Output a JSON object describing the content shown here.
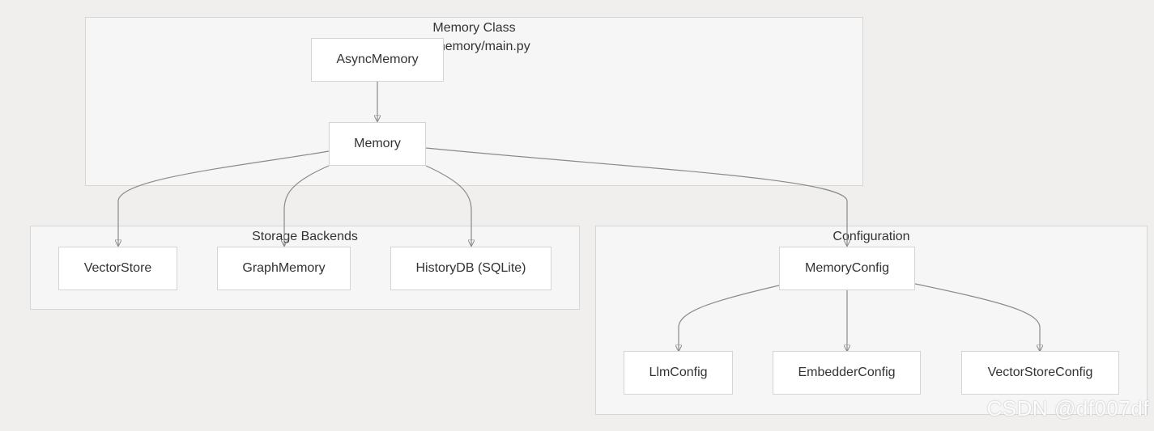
{
  "groups": {
    "memory_class": {
      "title": "Memory Class",
      "subtitle": "/memory/main.py"
    },
    "storage": {
      "title": "Storage Backends"
    },
    "configuration": {
      "title": "Configuration"
    }
  },
  "nodes": {
    "async_memory": "AsyncMemory",
    "memory": "Memory",
    "vector_store": "VectorStore",
    "graph_memory": "GraphMemory",
    "history_db": "HistoryDB (SQLite)",
    "memory_config": "MemoryConfig",
    "llm_config": "LlmConfig",
    "embedder_config": "EmbedderConfig",
    "vector_store_config": "VectorStoreConfig"
  },
  "edges": [
    {
      "from": "AsyncMemory",
      "to": "Memory"
    },
    {
      "from": "Memory",
      "to": "VectorStore"
    },
    {
      "from": "Memory",
      "to": "GraphMemory"
    },
    {
      "from": "Memory",
      "to": "HistoryDB (SQLite)"
    },
    {
      "from": "Memory",
      "to": "MemoryConfig"
    },
    {
      "from": "MemoryConfig",
      "to": "LlmConfig"
    },
    {
      "from": "MemoryConfig",
      "to": "EmbedderConfig"
    },
    {
      "from": "MemoryConfig",
      "to": "VectorStoreConfig"
    }
  ],
  "watermark": "CSDN @df007df",
  "colors": {
    "background": "#f0efee",
    "group_fill": "#f6f6f6",
    "node_fill": "#ffffff",
    "edge": "#8a8a8a",
    "text": "#333333"
  }
}
